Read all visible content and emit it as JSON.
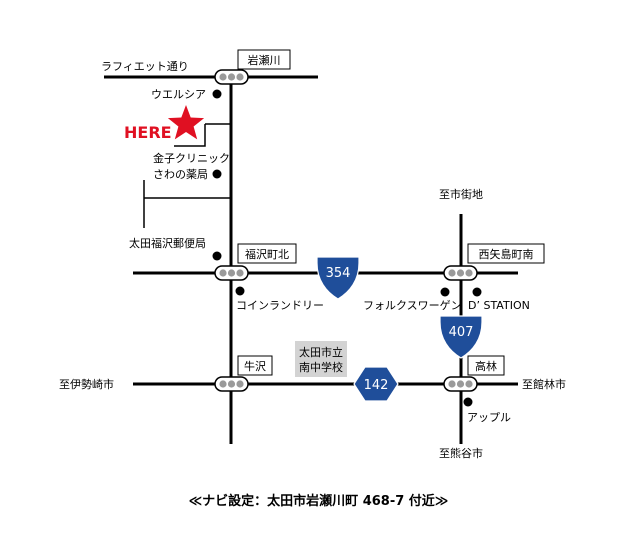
{
  "labels": {
    "raffiett_street": "ラフィエット通り",
    "iwasegawa_sign": "岩瀬川",
    "welcia": "ウエルシア",
    "here": "HERE",
    "kaneko_clinic_line1": "金子クリニック",
    "kaneko_clinic_line2": "さわの薬局",
    "to_city_center": "至市街地",
    "ota_fukuzawa_post": "太田福沢郵便局",
    "fukuzawa_kita_sign": "福沢町北",
    "nishi_yajima_sign": "西矢島町南",
    "coin_laundry": "コインランドリー",
    "volkswagen": "フォルクスワーゲン",
    "d_station": "D’ STATION",
    "ushizawa_sign": "牛沢",
    "school_line1": "太田市立",
    "school_line2": "南中学校",
    "takabayashi_sign": "高林",
    "to_isesaki": "至伊勢崎市",
    "to_tatebayashi": "至館林市",
    "apple": "アップル",
    "to_kumagaya": "至熊谷市"
  },
  "routes": {
    "r354": "354",
    "r407": "407",
    "r142": "142"
  },
  "footer": {
    "navi": "≪ナビ設定：太田市岩瀬川町 468-7 付近≫"
  },
  "colors": {
    "route_shield": "#1f4e9a",
    "here_red": "#e01022",
    "road": "#000000",
    "school_bg": "#d3d3d3"
  }
}
